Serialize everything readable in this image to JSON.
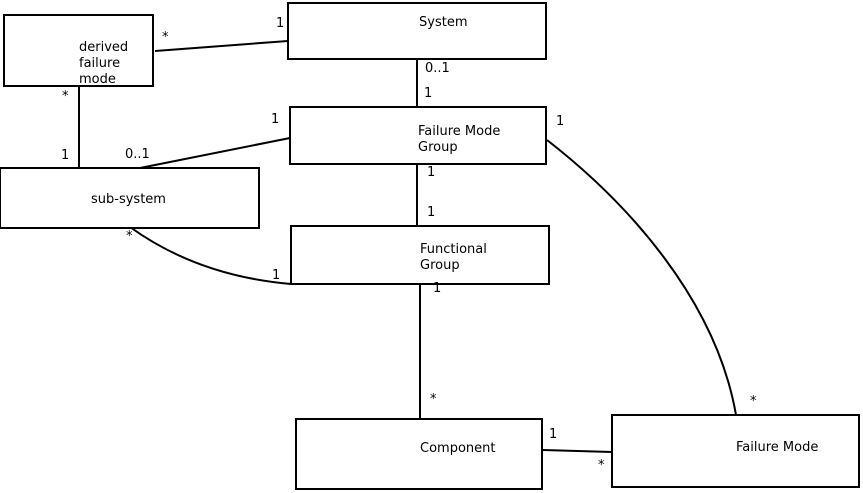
{
  "diagram": {
    "colors": {
      "line": "#000000",
      "background": "#ffffff",
      "text": "#000000"
    },
    "nodes": [
      {
        "id": "derived-failure-mode",
        "label": "derived\nfailure\nmode"
      },
      {
        "id": "system",
        "label": "System"
      },
      {
        "id": "failure-mode-group",
        "label": "Failure Mode\nGroup"
      },
      {
        "id": "sub-system",
        "label": "sub-system"
      },
      {
        "id": "functional-group",
        "label": "Functional\nGroup"
      },
      {
        "id": "component",
        "label": "Component"
      },
      {
        "id": "failure-mode",
        "label": "Failure Mode"
      }
    ],
    "edges": [
      {
        "from": "derived-failure-mode",
        "to": "system",
        "from_label": "*",
        "to_label": "1"
      },
      {
        "from": "system",
        "to": "failure-mode-group",
        "from_label": "0..1",
        "to_label": "1"
      },
      {
        "from": "derived-failure-mode",
        "to": "sub-system",
        "from_label": "*",
        "to_label": "1"
      },
      {
        "from": "sub-system",
        "to": "failure-mode-group",
        "from_label": "0..1",
        "to_label": "1"
      },
      {
        "from": "failure-mode-group",
        "to": "functional-group",
        "from_label": "1",
        "to_label": "1"
      },
      {
        "from": "sub-system",
        "to": "functional-group",
        "from_label": "*",
        "to_label": "1"
      },
      {
        "from": "functional-group",
        "to": "component",
        "from_label": "1",
        "to_label": "*"
      },
      {
        "from": "component",
        "to": "failure-mode",
        "from_label": "1",
        "to_label": "*"
      },
      {
        "from": "failure-mode-group",
        "to": "failure-mode",
        "from_label": "1",
        "to_label": "*"
      }
    ]
  }
}
